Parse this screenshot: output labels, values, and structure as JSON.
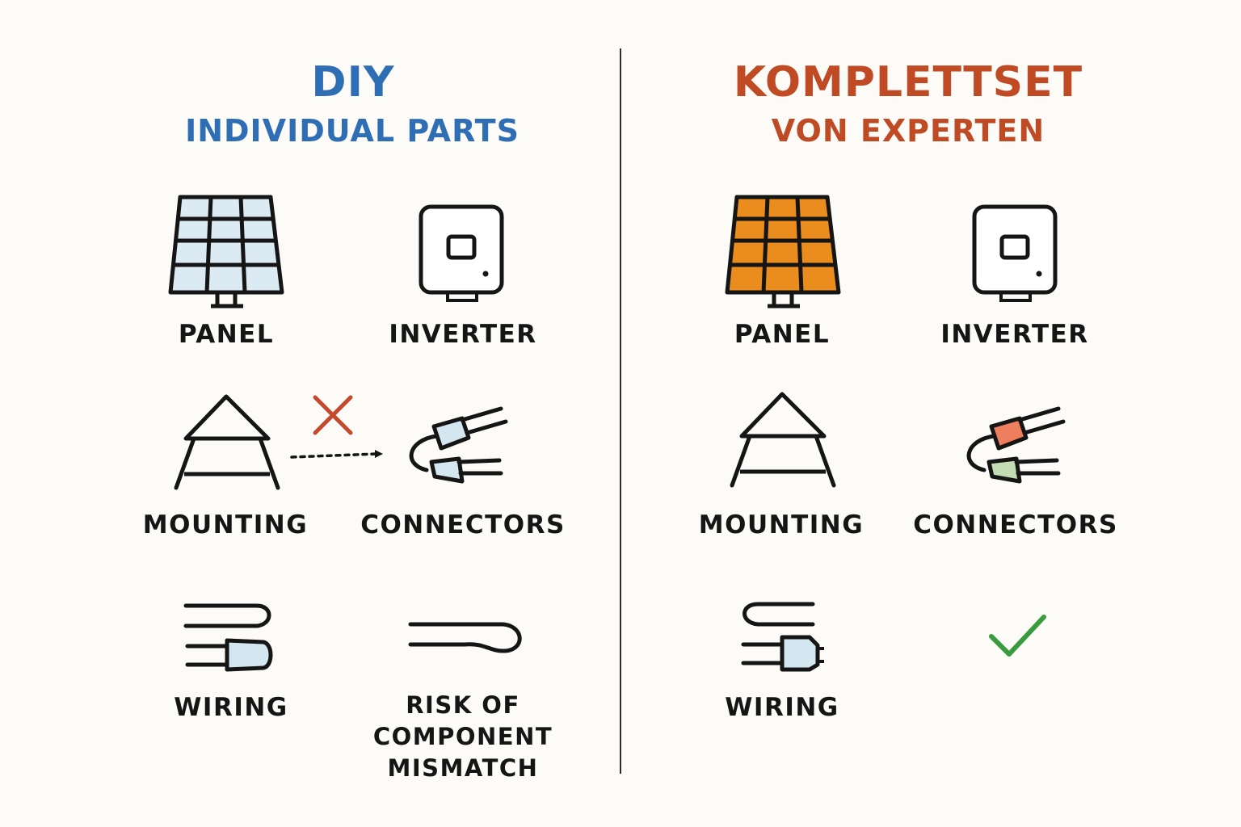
{
  "left": {
    "title": "DIY",
    "subtitle": "INDIVIDUAL PARTS",
    "accent_color": "#2f6db5",
    "panel_color": "#dbeaf3",
    "labels": {
      "panel": "PANEL",
      "inverter": "INVERTER",
      "mounting": "MOUNTING",
      "connectors": "CONNECTORS",
      "wiring": "WIRING",
      "risk_line1": "RISK OF",
      "risk_line2": "COMPONENT",
      "risk_line3": "MISMATCH"
    },
    "mismatch_marker_color": "#c34a2c"
  },
  "right": {
    "title": "KOMPLETTSET",
    "subtitle": "VON EXPERTEN",
    "accent_color": "#c04a24",
    "panel_color": "#ea8c1e",
    "labels": {
      "panel": "PANEL",
      "inverter": "INVERTER",
      "mounting": "MOUNTING",
      "connectors": "CONNECTORS",
      "wiring": "WIRING"
    },
    "connector_colors": [
      "#ee7e5e",
      "#c4dcb4"
    ],
    "check_color": "#3a9a3e"
  }
}
